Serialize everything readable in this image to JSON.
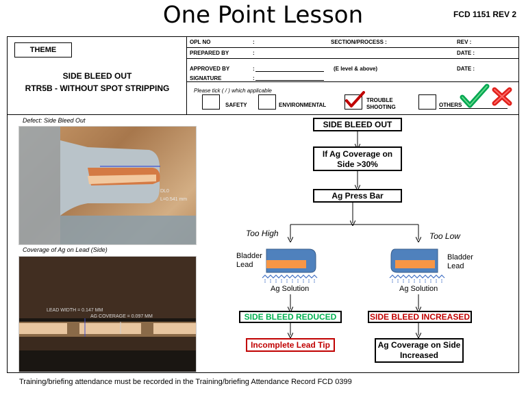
{
  "header": {
    "title": "One Point Lesson",
    "doc_ref": "FCD 1151 REV 2"
  },
  "theme": {
    "label": "THEME",
    "title_line1": "SIDE BLEED OUT",
    "title_line2": "RTR5B - WITHOUT SPOT STRIPPING"
  },
  "fields": {
    "opl_no": "OPL NO",
    "section": "SECTION/PROCESS :",
    "rev": "REV  :",
    "prepared_by": "PREPARED BY",
    "date1": "DATE :",
    "approved_by": "APPROVED BY",
    "e_level": "(E level & above)",
    "date2": "DATE :",
    "signature": "SIGNATURE",
    "colon": ":"
  },
  "tick": {
    "instruction": "Please tick ( / ) which applicable",
    "safety": "SAFETY",
    "environmental": "ENVIRONMENTAL",
    "trouble_line1": "TROUBLE",
    "trouble_line2": "SHOOTING",
    "others": "OTHERS",
    "checked": "trouble_shooting"
  },
  "photos": {
    "top_caption": "Defect: Side Bleed Out",
    "top_annotation1": "DL0",
    "top_annotation2": "L=0.541 mm",
    "bottom_caption": "Coverage of Ag on Lead (Side)",
    "bottom_annotation1": "LEAD WIDTH = 0.147 MM",
    "bottom_annotation2": "AG COVERAGE = 0.097 MM"
  },
  "flow": {
    "step1": "SIDE BLEED OUT",
    "step2_line1": "If Ag Coverage on",
    "step2_line2": "Side >30%",
    "step3": "Ag Press Bar",
    "left_branch": "Too High",
    "right_branch": "Too Low",
    "bladder_line1": "Bladder",
    "bladder_line2": "Lead",
    "solution": "Ag Solution",
    "left_result": "SIDE BLEED REDUCED",
    "right_result": "SIDE BLEED INCREASED",
    "left_effect": "Incomplete Lead Tip",
    "right_effect_line1": "Ag Coverage on Side",
    "right_effect_line2": "Increased"
  },
  "colors": {
    "reduced": "#00b050",
    "increased": "#c00000",
    "bladder_blue": "#4f81bd",
    "lead_orange": "#f79646",
    "solution_blue": "#4472c4",
    "check_green": "#00a651",
    "cross_red": "#e0201b"
  },
  "footer": {
    "text": "Training/briefing attendance must be recorded in the Training/briefing Attendance Record FCD 0399"
  }
}
